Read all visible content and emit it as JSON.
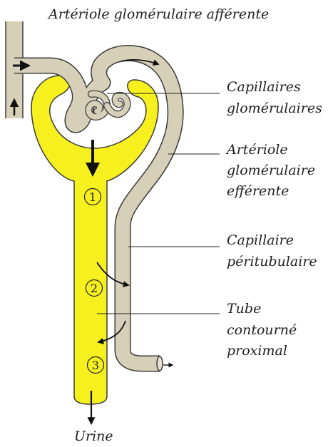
{
  "labels": {
    "afferent": "Artériole glomérulaire afférente",
    "capillaries_line1": "Capillaires",
    "capillaries_line2": "glomérulaires",
    "efferent_line1": "Artériole",
    "efferent_line2": "glomérulaire",
    "efferent_line3": "efférente",
    "peritubular_line1": "Capillaire",
    "peritubular_line2": "péritubulaire",
    "tube_line1": "Tube",
    "tube_line2": "contourné",
    "tube_line3": "proximal",
    "urine": "Urine"
  },
  "markers": [
    "1",
    "2",
    "3"
  ],
  "colors": {
    "tubule": "#f7f01f",
    "vessel": "#d6d0b8",
    "outline": "#3a3a3a",
    "arrow": "#111111"
  }
}
